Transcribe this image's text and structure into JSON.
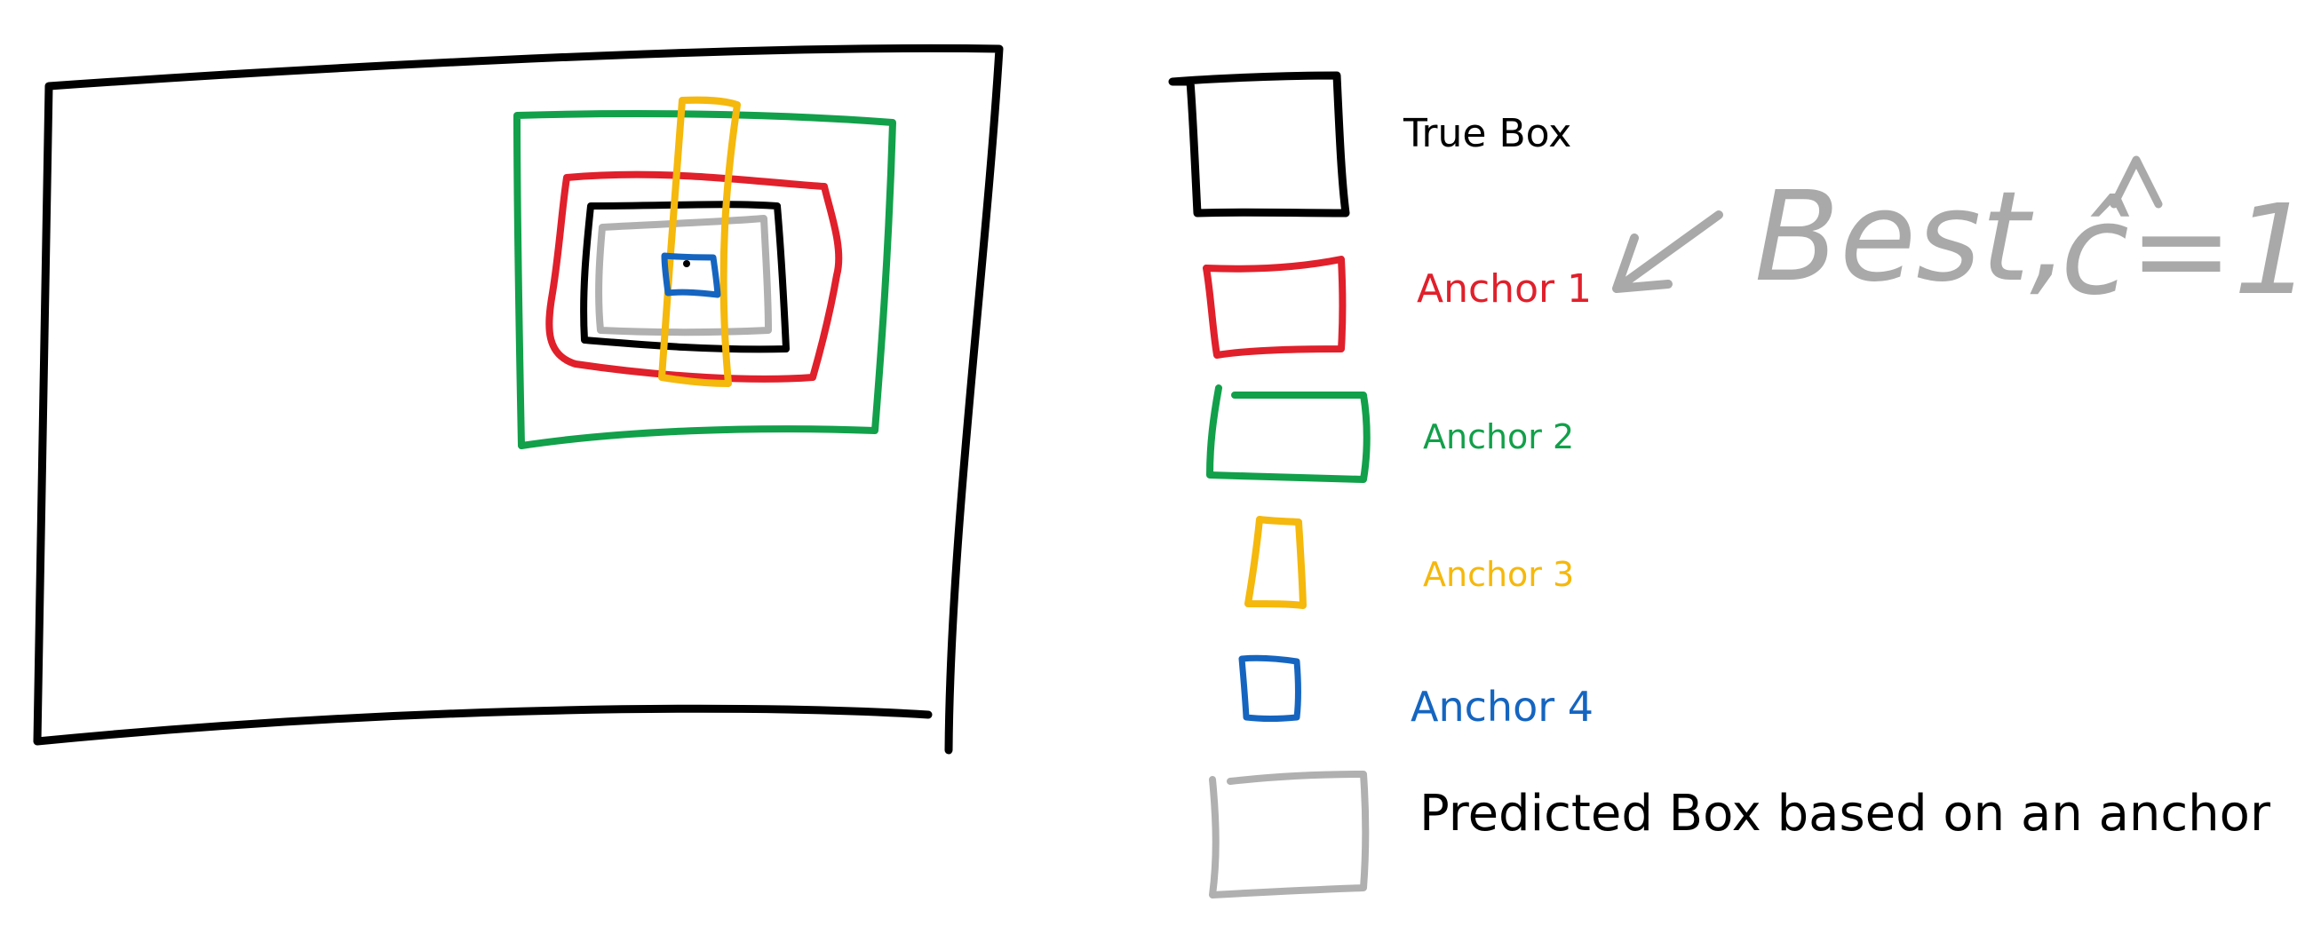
{
  "colors": {
    "true_box": "#000000",
    "anchor_1": "#e0202b",
    "anchor_2": "#12a04a",
    "anchor_3": "#f5b80c",
    "anchor_4": "#1565c0",
    "predicted_box": "#b0b0b0",
    "annotation": "#a9a9a9"
  },
  "legend": {
    "true_box": "True Box",
    "anchor_1": "Anchor 1",
    "anchor_2": "Anchor 2",
    "anchor_3": "Anchor 3",
    "anchor_4": "Anchor 4",
    "predicted_box": "Predicted Box based on an anchor"
  },
  "annotation": {
    "best": "Best,",
    "c_hat_equals": "ĉ=1"
  },
  "icons": {
    "annotation_arrow": "arrow-pointing-to-anchor-1",
    "hat": "caret-hat"
  }
}
